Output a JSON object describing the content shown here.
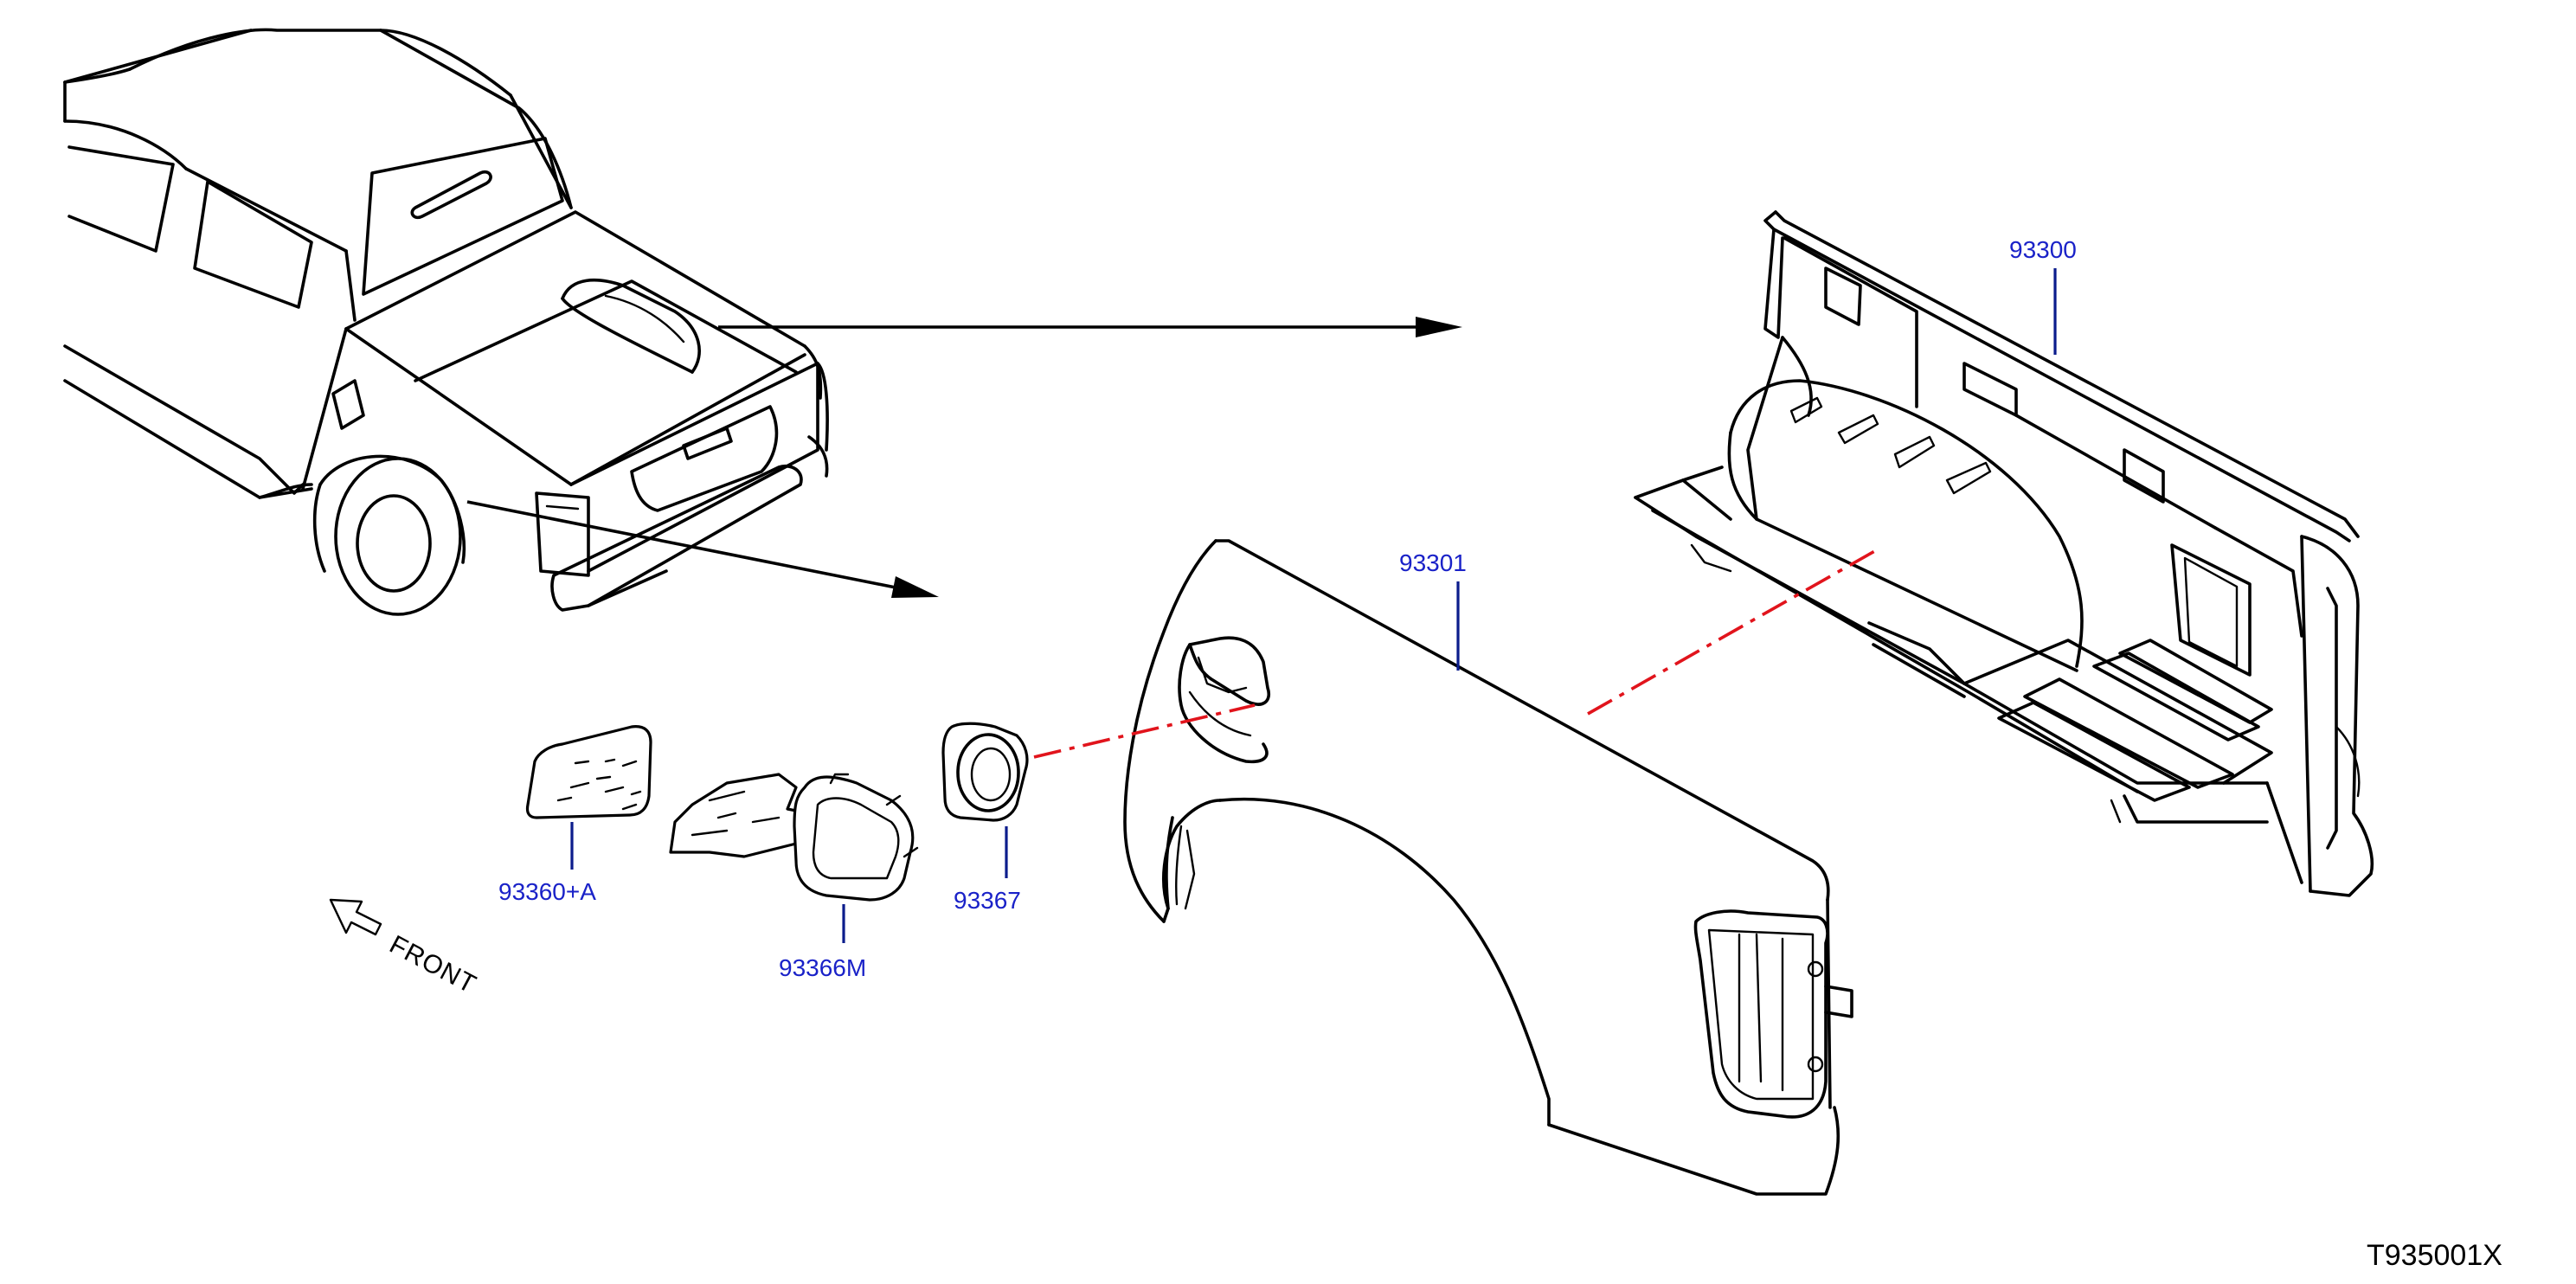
{
  "labels": {
    "rear_body": "93300",
    "outer_panel": "93301",
    "filler_lid": "93360+A",
    "filler_base": "93366M",
    "filler_seal": "93367"
  },
  "front_indicator": "FRONT",
  "drawing_code": "T935001X",
  "colors": {
    "callout_text": "#1a22c8",
    "leader_line": "#0b1c8c",
    "dash_line": "#e1141c",
    "line_art": "#000000"
  },
  "icons": {
    "front_arrow": "arrow-up-left-outline-icon",
    "pointer_arrows": "arrowhead-icon"
  }
}
